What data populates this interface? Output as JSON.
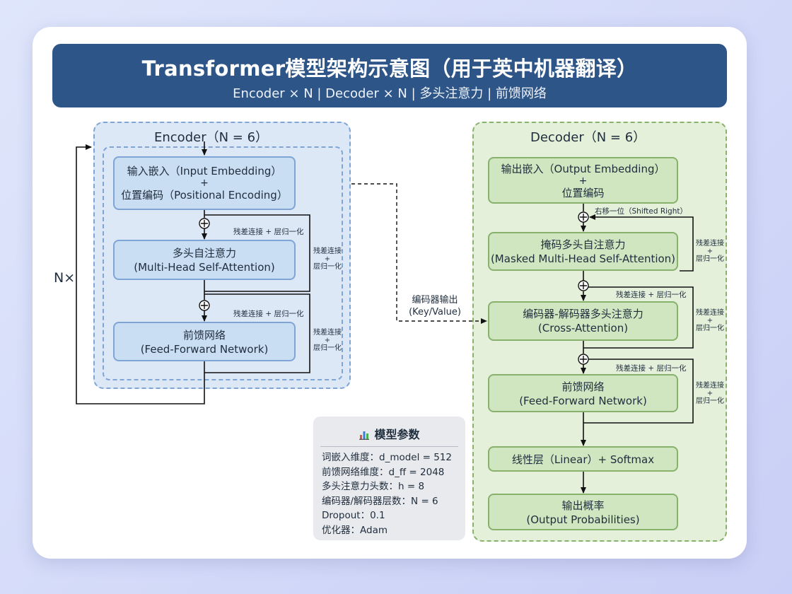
{
  "header": {
    "title": "Transformer模型架构示意图（用于英中机器翻译）",
    "subtitle": "Encoder × N | Decoder × N | 多头注意力 | 前馈网络",
    "bg_color": "#2e5587"
  },
  "encoder": {
    "title": "Encoder（N = 6）",
    "repeat_label": "N×",
    "embedding": {
      "line1": "输入嵌入（Input Embedding）",
      "plus": "+",
      "line2": "位置编码（Positional Encoding）"
    },
    "self_attention": {
      "line1": "多头自注意力",
      "line2": "(Multi-Head Self-Attention)"
    },
    "ffn": {
      "line1": "前馈网络",
      "line2": "(Feed-Forward Network)"
    },
    "residual_label": "残差连接 + 层归一化",
    "side_label": {
      "top": "残差连接",
      "plus": "+",
      "bottom": "层归一化"
    }
  },
  "decoder": {
    "title": "Decoder（N = 6）",
    "embedding": {
      "line1": "输出嵌入（Output Embedding）",
      "plus": "+",
      "line2": "位置编码"
    },
    "shifted_right": "右移一位（Shifted Right）",
    "masked_attention": {
      "line1": "掩码多头自注意力",
      "line2": "(Masked Multi-Head Self-Attention)"
    },
    "cross_attention": {
      "line1": "编码器-解码器多头注意力",
      "line2": "(Cross-Attention)"
    },
    "ffn": {
      "line1": "前馈网络",
      "line2": "(Feed-Forward Network)"
    },
    "linear": "线性层（Linear）+ Softmax",
    "output": {
      "line1": "输出概率",
      "line2": "(Output Probabilities)"
    },
    "residual_label": "残差连接 + 层归一化",
    "side_label": {
      "top": "残差连接",
      "plus": "+",
      "bottom": "层归一化"
    }
  },
  "encoder_output": {
    "line1": "编码器输出",
    "line2": "(Key/Value)"
  },
  "params": {
    "title": "模型参数",
    "icon": "bar-chart-icon",
    "items": [
      "词嵌入维度：d_model = 512",
      "前馈网络维度：d_ff = 2048",
      "多头注意力头数：h = 8",
      "编码器/解码器层数：N = 6",
      "Dropout：0.1",
      "优化器：Adam"
    ]
  },
  "colors": {
    "encoder_fill": "#c9ddf3",
    "encoder_border": "#7fa4d6",
    "decoder_fill": "#cfe6c0",
    "decoder_border": "#88b26c"
  }
}
